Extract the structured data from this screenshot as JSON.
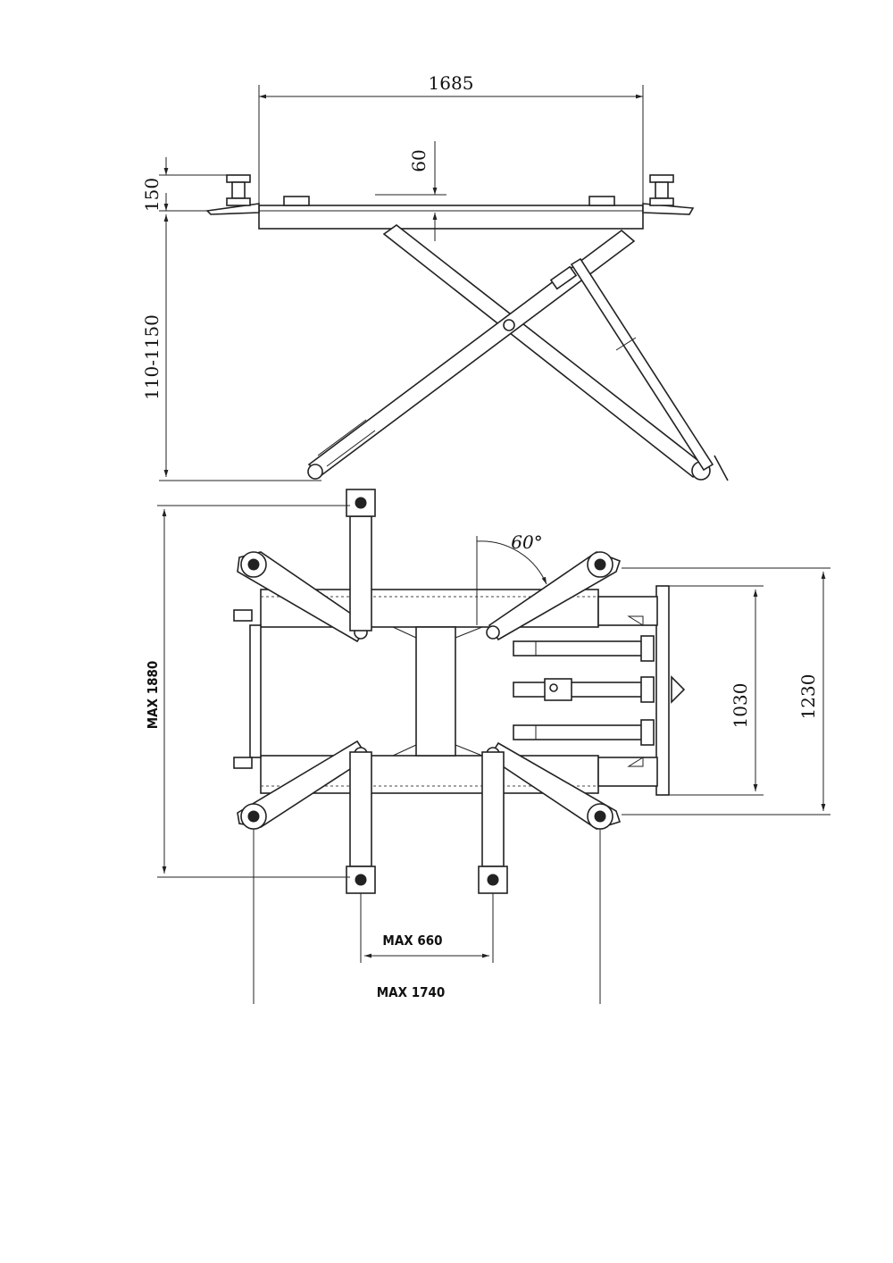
{
  "side_view": {
    "dim_platform_length": "1685",
    "dim_pad_thickness": "60",
    "dim_adapter_height": "150",
    "dim_height_range": "110-1150"
  },
  "top_view": {
    "dim_arm_angle": "60°",
    "dim_max_length": "MAX 1880",
    "dim_frame_width": "1030",
    "dim_overall_width": "1230",
    "dim_max_inner_span": "MAX 660",
    "dim_max_outer_span": "MAX 1740"
  }
}
